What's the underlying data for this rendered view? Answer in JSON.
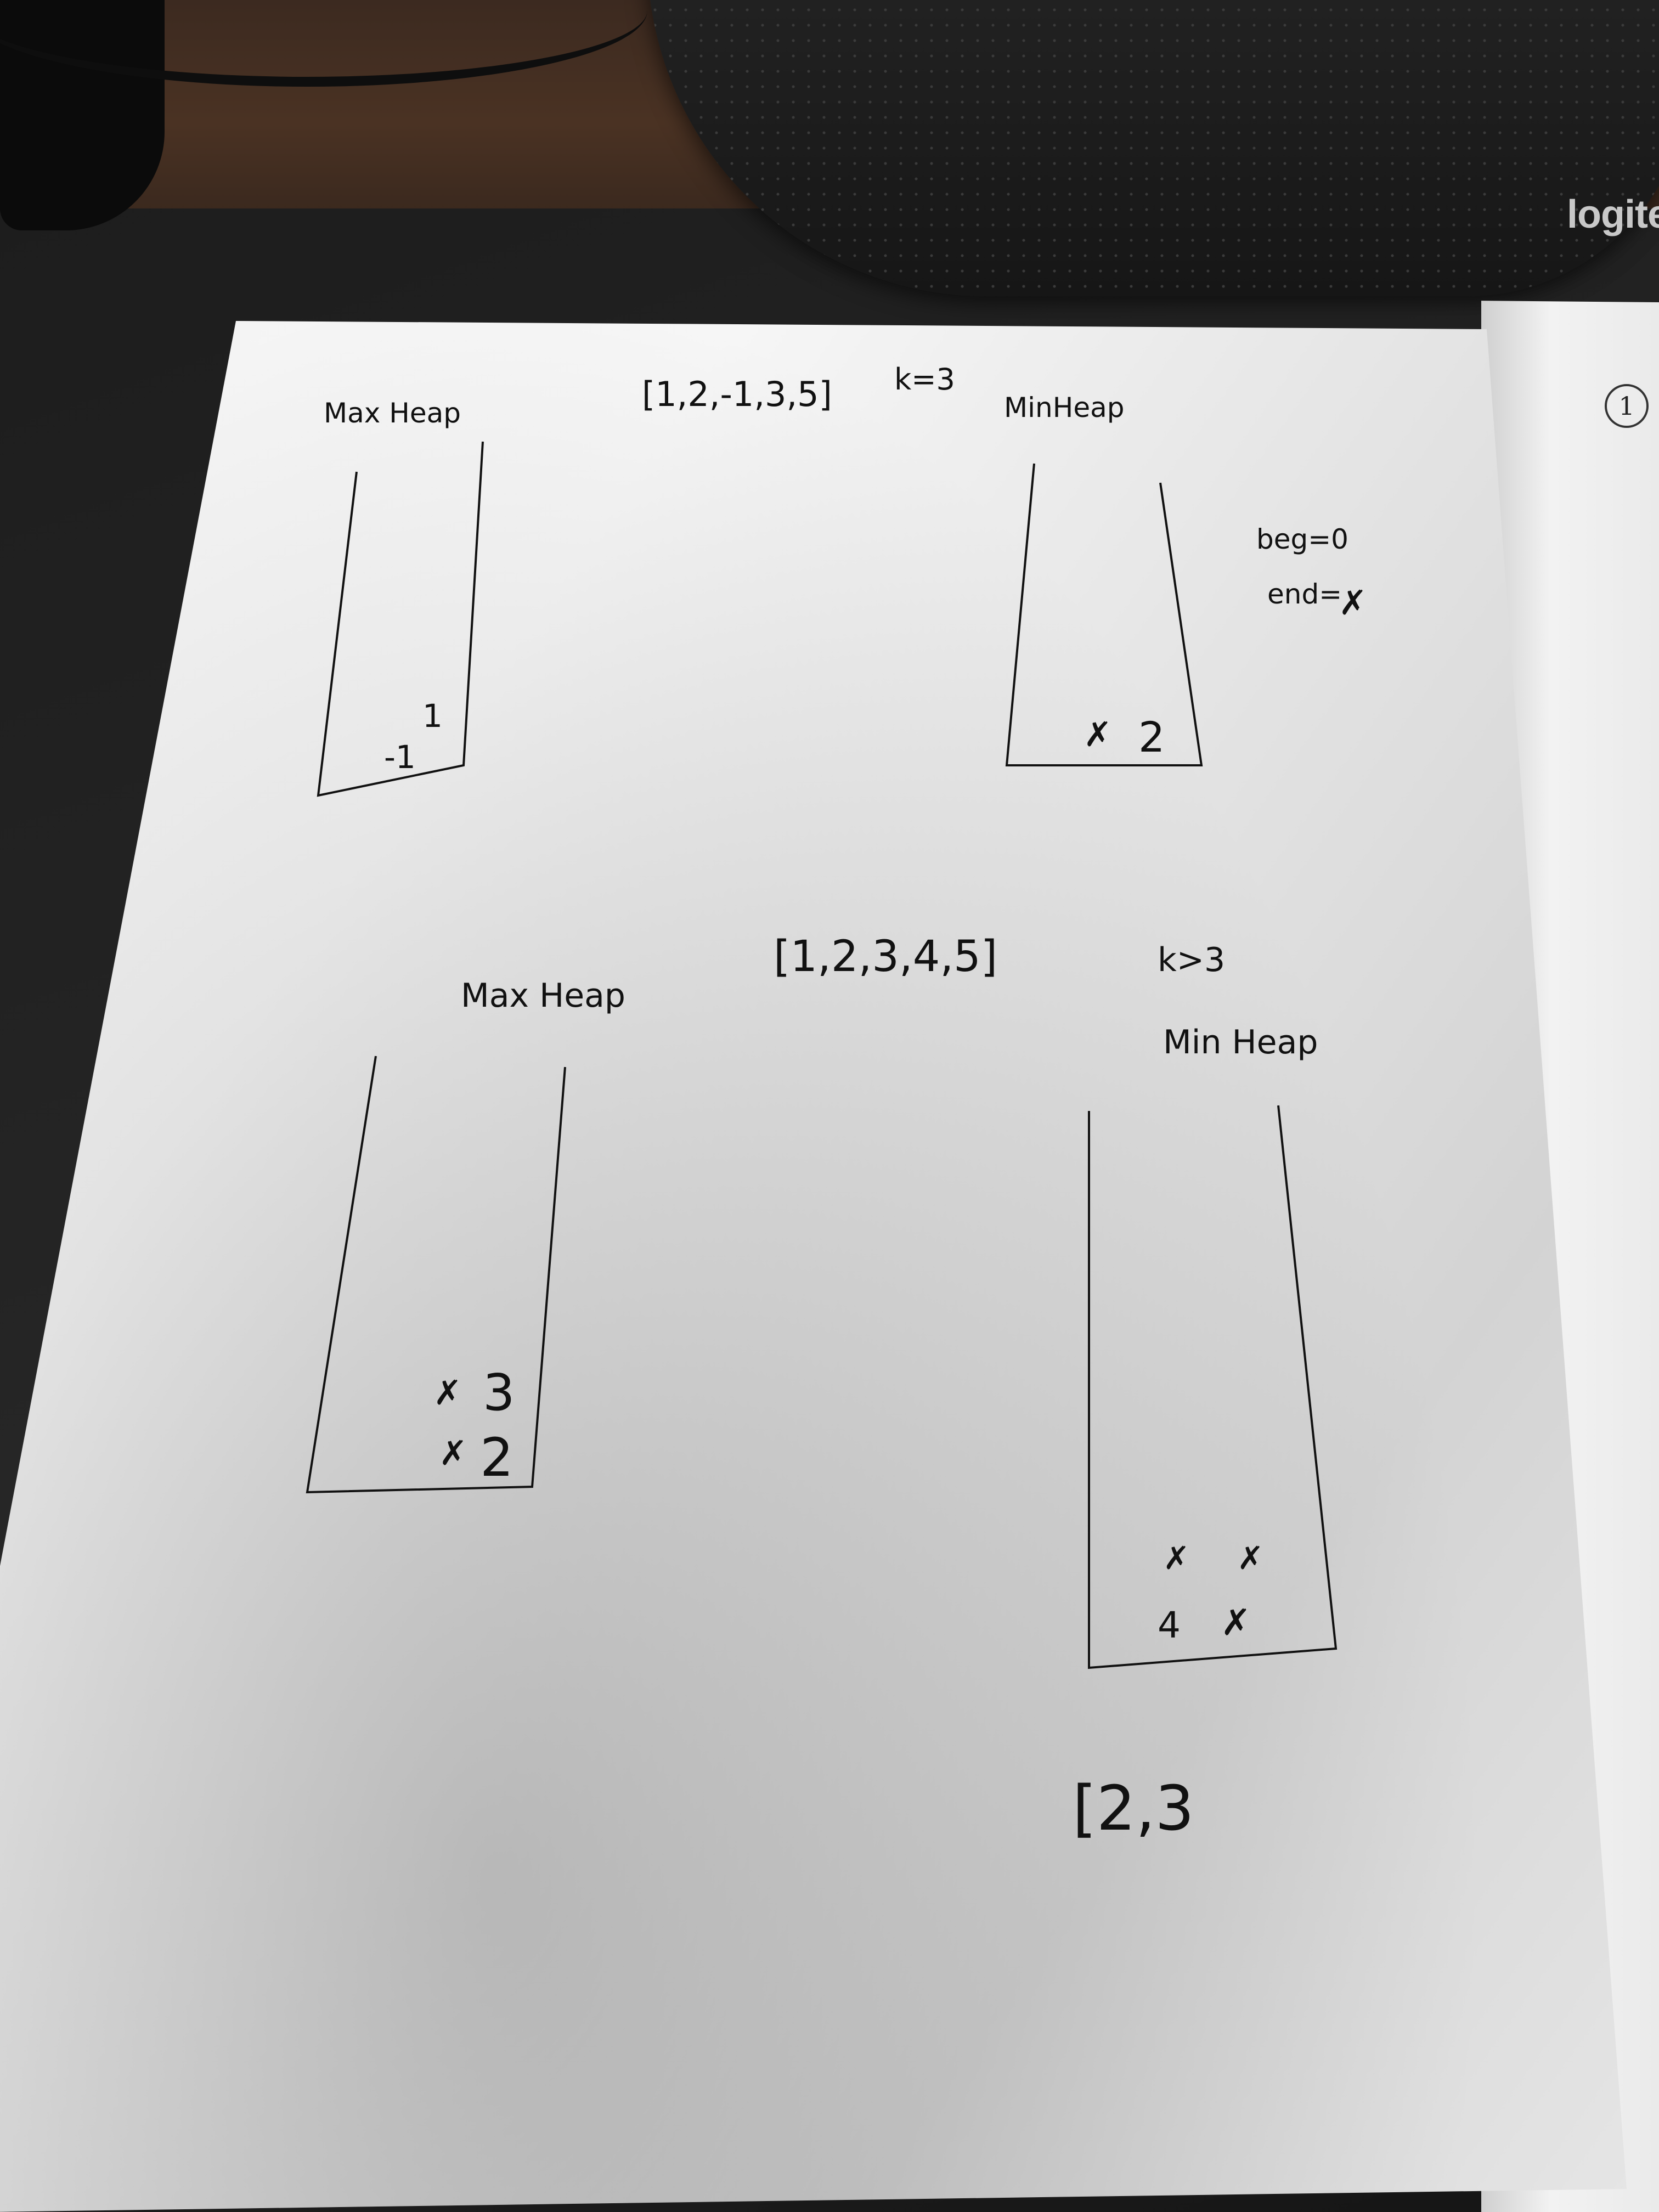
{
  "device_brand": "logite",
  "back_page_marker": "1",
  "notes": {
    "example1": {
      "array": "[1,2,-1,3,5]",
      "k": "k=3",
      "max_heap_title": "Max Heap",
      "min_heap_title": "MinHeap",
      "max_heap_top": "1",
      "max_heap_bottom": "-1",
      "min_heap_value": "2",
      "begin": "beg=0",
      "end": "end="
    },
    "example2": {
      "array": "[1,2,3,4,5]",
      "k": "k>3",
      "max_heap_title": "Max Heap",
      "min_heap_title": "Min Heap",
      "max_heap_top": "3",
      "max_heap_bottom": "2",
      "min_heap_bottom_left": "4",
      "result": "[2,3"
    }
  }
}
